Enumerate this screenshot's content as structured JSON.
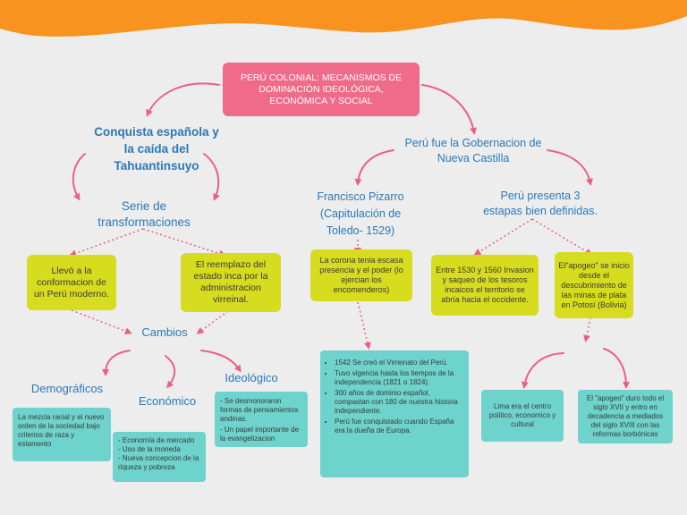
{
  "title": "PERÚ COLONIAL: MECANISMOS DE DOMINACIÓN IDEOLÓGICA, ECONÓMICA Y SOCIAL",
  "left": {
    "heading": "Conquista española y la caída del Tahuantinsuyo",
    "subheading": "Serie de transformaciones",
    "box1": "Llevó a la conformacion de un Perú moderno.",
    "box2": "El reemplazo del estado inca por la administracion virreinal.",
    "cambios": "Cambios",
    "demograficos": {
      "label": "Demográficos",
      "text": "La mezcla racial y el nuevo orden de la sociedad bajo criterios de raza y estamento"
    },
    "economico": {
      "label": "Económico",
      "items": [
        "- Economía de mercado",
        "- Uso de la moneda",
        "- Nueva concepcion de la riqueza y pobreza"
      ]
    },
    "ideologico": {
      "label": "Ideológico",
      "items": [
        "- Se desmonoraron formas de pensamientos andinas.",
        "- Un papel importante de la evangelizacion"
      ]
    }
  },
  "right": {
    "heading": "Perú fue la Gobernacion de Nueva Castilla",
    "pizarro": {
      "heading": "Francisco Pizarro (Capitulación de Toledo- 1529)",
      "box": "La corona tenia escasa presencia y el poder (lo ejercian los encomenderos)",
      "list": [
        "1542 Se creó el Virreinato del Perú.",
        "Tuvo vigencia hasta los tiempos de la independencia (1821 o 1824).",
        "300 años de dominio español, compastan con 180 de nuestra historia independiente.",
        "Perú fue conquistado cuando España era la dueña de Europa."
      ]
    },
    "etapas": {
      "heading": "Perú presenta 3 estapas bien definidas.",
      "box1": "Entre 1530 y 1560 Invasion y saqueo de los tesoros incaicos el territorio se abría hacia el occidente.",
      "box2": "El\"apogeo\" se inicio desde el descubrimiento de las minas de plata en Potosí (Bolivia)",
      "box3": "Lima era el centro politico, economico y cultural",
      "box4": "El \"apogeo\" duro todo el siglo XVII y entro en decadencia a mediados del siglo XVIII con las reformas borbónicas"
    }
  },
  "colors": {
    "orange": "#f7931e",
    "pink": "#f06a8a",
    "yellow": "#d8dc1f",
    "teal": "#6dd3cc",
    "blue": "#2b78b8"
  }
}
